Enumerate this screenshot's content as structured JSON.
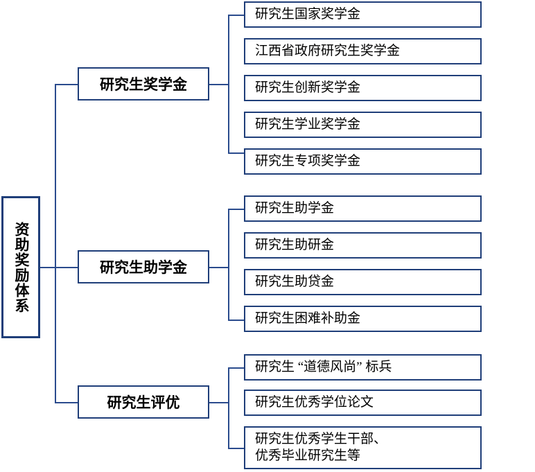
{
  "diagram": {
    "title": "资助奖励体系",
    "type": "organizational-tree",
    "accent_color": "#1F3E79",
    "connector_color": "#2A4B8D",
    "background_color": "#FFFFFF",
    "root": {
      "label": "资助奖励体系",
      "orientation": "vertical"
    },
    "branches": [
      {
        "label": "研究生奖学金",
        "leaves": [
          {
            "label": "研究生国家奖学金"
          },
          {
            "label": "江西省政府研究生奖学金"
          },
          {
            "label": "研究生创新奖学金"
          },
          {
            "label": "研究生学业奖学金"
          },
          {
            "label": "研究生专项奖学金"
          }
        ]
      },
      {
        "label": "研究生助学金",
        "leaves": [
          {
            "label": "研究生助学金"
          },
          {
            "label": "研究生助研金"
          },
          {
            "label": "研究生助贷金"
          },
          {
            "label": "研究生困难补助金"
          }
        ]
      },
      {
        "label": "研究生评优",
        "leaves": [
          {
            "label": "研究生 “道德风尚” 标兵"
          },
          {
            "label": "研究生优秀学位论文"
          },
          {
            "label": "研究生优秀学生干部、\n优秀毕业研究生等"
          }
        ]
      }
    ]
  }
}
